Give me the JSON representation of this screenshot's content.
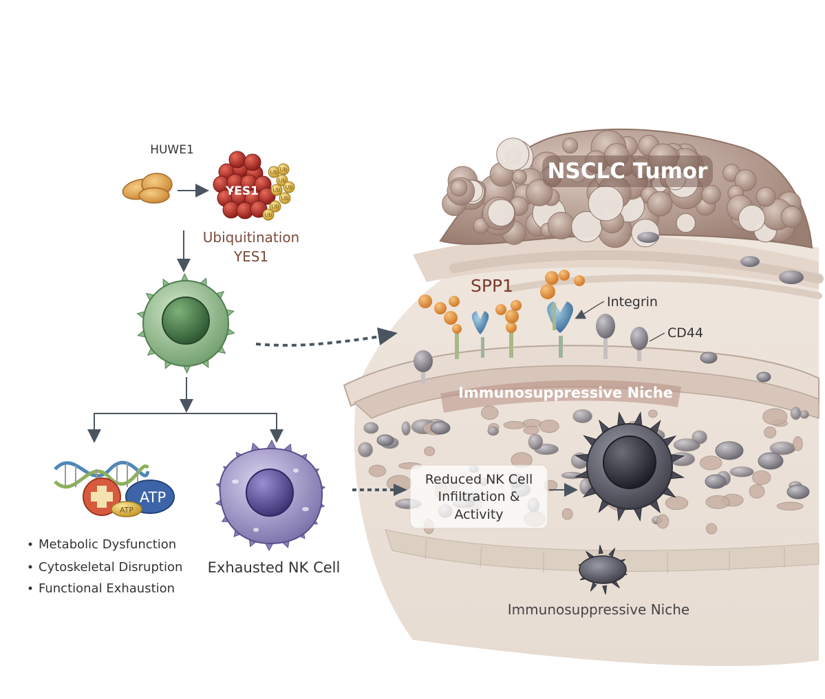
{
  "labels": {
    "huwe1": "HUWE1",
    "yes1_protein": "YES1",
    "ubiquitin_tag": "Ub",
    "ubiquitination_line1": "Ubiquitination",
    "ubiquitination_line2": "YES1",
    "atp_main": "ATP",
    "atp_small": "ATP",
    "bullet_1": "Metabolic Dysfunction",
    "bullet_2": "Cytoskeletal Disruption",
    "bullet_3": "Functional Exhaustion",
    "exhausted_nk": "Exhausted NK Cell",
    "tumor": "NSCLC Tumor",
    "spp1": "SPP1",
    "integrin": "Integrin",
    "cd44": "CD44",
    "niche_top": "Immunosuppressive Niche",
    "reduced_line1": "Reduced NK Cell",
    "reduced_line2": "Infiltration &",
    "reduced_line3": "Activity",
    "niche_bottom": "Immunosuppressive Niche"
  },
  "colors": {
    "huwe1": "#e3a24a",
    "yes1": "#c0392b",
    "ubiquitin": "#e8c14a",
    "ubiq_text": "#7a4a3a",
    "nk_healthy": "#7fae7f",
    "nk_exhausted": "#8a7fb8",
    "nk_tumor": "#5a5a68",
    "tumor": "#b59a8e",
    "spp1": "#e39a4a",
    "integrin": "#5b8fb8",
    "cd44": "#8a8a8a",
    "arrow": "#4a5560",
    "niche_band": "#c9a8a0"
  }
}
